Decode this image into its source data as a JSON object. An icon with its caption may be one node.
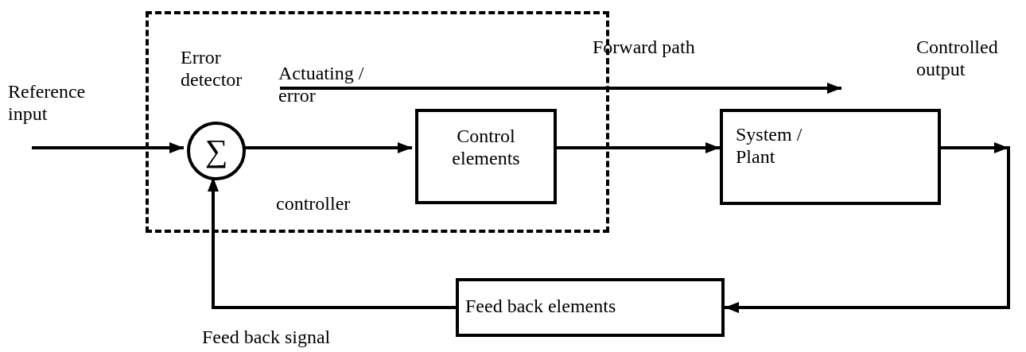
{
  "diagram": {
    "nodes": [
      {
        "text": [
          "controller"
        ]
      },
      {
        "text": [
          "∑"
        ],
        "in": 0,
        "beside": [
          "Error detector"
        ]
      },
      {
        "text": [
          "Control elements"
        ],
        "in": 0
      },
      {
        "text": [
          "System / Plant"
        ]
      },
      {
        "text": [
          "Feed back elements"
        ]
      }
    ],
    "edges": [
      {
        "from": null,
        "to": 1,
        "arrow": "to"
      },
      {
        "from": 1,
        "to": 2,
        "arrow": "to"
      },
      {
        "from": 2,
        "to": 3,
        "arrow": "to"
      },
      {
        "from": 3,
        "to": null,
        "arrow": "to"
      },
      {
        "from": 3,
        "to": 4,
        "arrow": "to"
      },
      {
        "from": 4,
        "to": 1,
        "arrow": "to"
      }
    ],
    "labels": [
      "Reference input",
      "Actuating / error",
      "Forward path",
      "Controlled output",
      "Feed back signal"
    ]
  }
}
